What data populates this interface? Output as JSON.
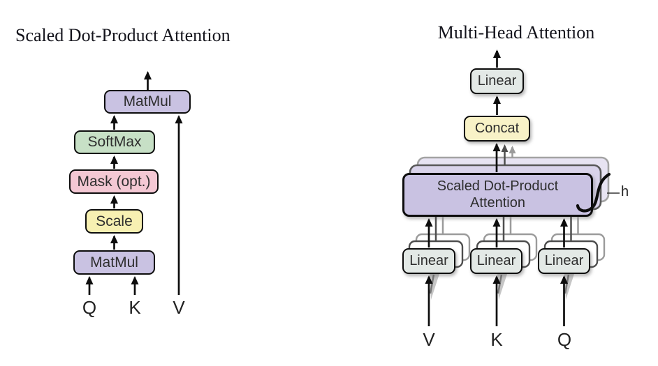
{
  "figure": {
    "left": {
      "title": "Scaled Dot-Product Attention",
      "boxes": {
        "matmul_top": "MatMul",
        "softmax": "SoftMax",
        "mask": "Mask (opt.)",
        "scale": "Scale",
        "matmul_bottom": "MatMul"
      },
      "inputs": {
        "q": "Q",
        "k": "K",
        "v": "V"
      }
    },
    "right": {
      "title": "Multi-Head Attention",
      "boxes": {
        "linear_out": "Linear",
        "concat": "Concat",
        "attention_line1": "Scaled Dot-Product",
        "attention_line2": "Attention",
        "linear_v": "Linear",
        "linear_k": "Linear",
        "linear_q": "Linear"
      },
      "inputs": {
        "v": "V",
        "k": "K",
        "q": "Q"
      },
      "head_count_label": "h"
    },
    "colors": {
      "purple": "#C9C2E2",
      "purple_layer_mid": "#D9D3EA",
      "purple_layer_back": "#E7E3F2",
      "green": "#C7E0C6",
      "pink": "#F4C8D4",
      "yellow": "#F7F0B2",
      "concat_yellow": "#F8F2C7",
      "linear_gray": "#E3E9E6",
      "line_black": "#0d0d0d",
      "stack_gray_dark": "#4e4e4e",
      "stack_gray_light": "#9b9b9b"
    }
  }
}
